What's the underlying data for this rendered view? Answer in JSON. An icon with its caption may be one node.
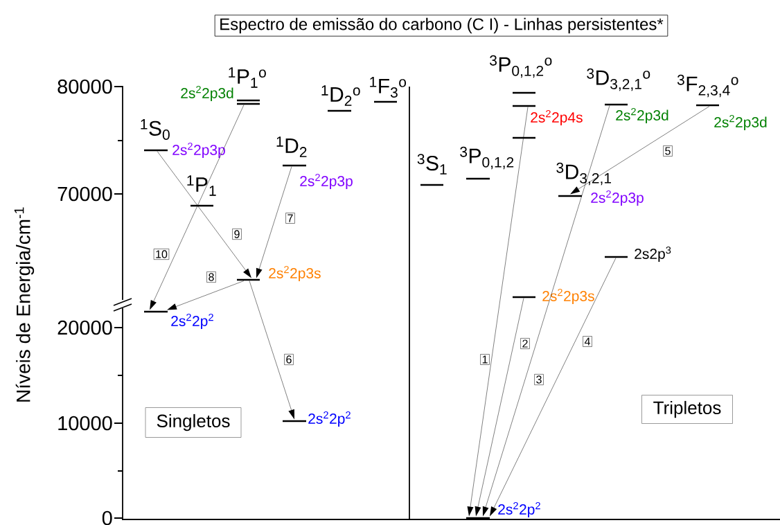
{
  "diagram": {
    "title": "Espectro de emissão do carbono (C I) - Linhas persistentes*",
    "nodes": [
      {
        "text": [
          "$^{1}$P$_{1}$$^{o}$"
        ],
        "beside": [
          "2s$^{2}$2p3d"
        ]
      },
      {
        "text": [
          "$^{1}$D$_{2}$$^{o}$"
        ]
      },
      {
        "text": [
          "$^{1}$F$_{3}$$^{o}$"
        ]
      },
      {
        "text": [
          "$^{1}$S$_{0}$"
        ],
        "beside": [
          "2s$^{2}$2p3p"
        ]
      },
      {
        "text": [
          "$^{1}$D$_{2}$"
        ],
        "beside": [
          "2s$^{2}$2p3p"
        ]
      },
      {
        "text": [
          "$^{1}$P$_{1}$"
        ]
      },
      {
        "text": [],
        "shape": "bar",
        "beside": [
          "2s$^{2}$2p3s"
        ]
      },
      {
        "text": [],
        "shape": "bar",
        "beside": [
          "2s$^{2}$2p$^{2}$"
        ]
      },
      {
        "text": [
          "Singletos"
        ]
      },
      {
        "text": [],
        "shape": "bar",
        "beside": [
          "2s$^{2}$2p$^{2}$"
        ]
      },
      {
        "text": [
          "$^{3}$P$_{0,1,2}$$^{o}$"
        ]
      },
      {
        "text": [],
        "shape": "bar",
        "beside": [
          "2s$^{2}$2p4s"
        ]
      },
      {
        "text": [],
        "shape": "bar"
      },
      {
        "text": [
          "$^{3}$D$_{3,2,1}$$^{o}$"
        ],
        "beside": [
          "2s$^{2}$2p3d"
        ]
      },
      {
        "text": [
          "$^{3}$F$_{2,3,4}$$^{o}$"
        ],
        "beside": [
          "2s$^{2}$2p3d"
        ]
      },
      {
        "text": [
          "$^{3}$S$_{1}$"
        ]
      },
      {
        "text": [
          "$^{3}$P$_{0,1,2}$"
        ]
      },
      {
        "text": [
          "$^{3}$D$_{3,2,1}$"
        ],
        "beside": [
          "2s$^{2}$2p3p"
        ]
      },
      {
        "text": [],
        "shape": "bar",
        "beside": [
          "2s2p$^{3}$"
        ]
      },
      {
        "text": [],
        "shape": "bar",
        "beside": [
          "2s$^{2}$2p3s"
        ]
      },
      {
        "text": [
          "Tripletos"
        ]
      },
      {
        "text": [],
        "shape": "bar",
        "beside": [
          "2s$^{2}$2p$^{2}$"
        ]
      }
    ],
    "edges": [
      {
        "from": 11,
        "to": 21,
        "arrow": "to",
        "label": "1"
      },
      {
        "from": 19,
        "to": 21,
        "arrow": "to",
        "label": "2"
      },
      {
        "from": 13,
        "to": 21,
        "arrow": "to",
        "label": "3"
      },
      {
        "from": 18,
        "to": 21,
        "arrow": "to",
        "label": "4"
      },
      {
        "from": 14,
        "to": 17,
        "arrow": "to",
        "label": "5"
      },
      {
        "from": 6,
        "to": 9,
        "arrow": "to",
        "label": "6"
      },
      {
        "from": 4,
        "to": 6,
        "arrow": "to",
        "label": "7"
      },
      {
        "from": 6,
        "to": 7,
        "arrow": "to",
        "label": "8"
      },
      {
        "from": 3,
        "to": 6,
        "arrow": "to",
        "label": "9"
      },
      {
        "from": 0,
        "to": 7,
        "arrow": "to",
        "label": "10"
      }
    ],
    "labels": [
      "80000",
      "70000",
      "20000",
      "10000",
      "0",
      "Níveis de Energia/cm$^{-1}$"
    ]
  }
}
